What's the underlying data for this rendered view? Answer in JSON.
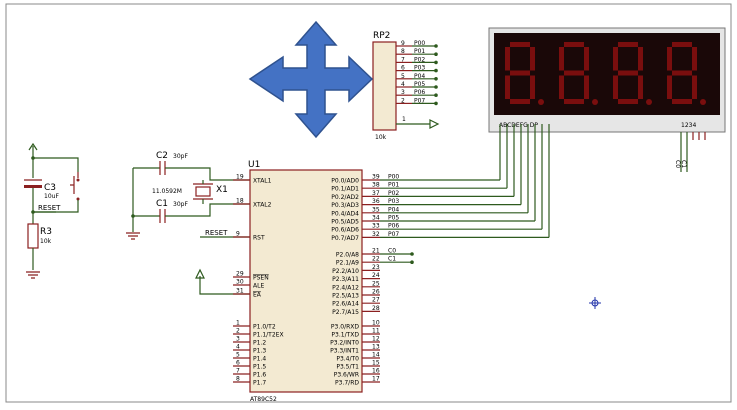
{
  "u1": {
    "ref": "U1",
    "part": "AT89C52",
    "left_pins": [
      {
        "num": "19",
        "name": "XTAL1"
      },
      {
        "num": "18",
        "name": "XTAL2"
      },
      {
        "num": "9",
        "name": "RST"
      },
      {
        "num": "29",
        "name": "PSEN"
      },
      {
        "num": "30",
        "name": "ALE"
      },
      {
        "num": "31",
        "name": "EA"
      },
      {
        "num": "1",
        "name": "P1.0/T2"
      },
      {
        "num": "2",
        "name": "P1.1/T2EX"
      },
      {
        "num": "3",
        "name": "P1.2"
      },
      {
        "num": "4",
        "name": "P1.3"
      },
      {
        "num": "5",
        "name": "P1.4"
      },
      {
        "num": "6",
        "name": "P1.5"
      },
      {
        "num": "7",
        "name": "P1.6"
      },
      {
        "num": "8",
        "name": "P1.7"
      }
    ],
    "right_pins": [
      {
        "num": "39",
        "name": "P0.0/AD0",
        "net": "P00"
      },
      {
        "num": "38",
        "name": "P0.1/AD1",
        "net": "P01"
      },
      {
        "num": "37",
        "name": "P0.2/AD2",
        "net": "P02"
      },
      {
        "num": "36",
        "name": "P0.3/AD3",
        "net": "P03"
      },
      {
        "num": "35",
        "name": "P0.4/AD4",
        "net": "P04"
      },
      {
        "num": "34",
        "name": "P0.5/AD5",
        "net": "P05"
      },
      {
        "num": "33",
        "name": "P0.6/AD6",
        "net": "P06"
      },
      {
        "num": "32",
        "name": "P0.7/AD7",
        "net": "P07"
      },
      {
        "num": "21",
        "name": "P2.0/A8",
        "net": "C0"
      },
      {
        "num": "22",
        "name": "P2.1/A9",
        "net": "C1"
      },
      {
        "num": "23",
        "name": "P2.2/A10",
        "net": ""
      },
      {
        "num": "24",
        "name": "P2.3/A11",
        "net": ""
      },
      {
        "num": "25",
        "name": "P2.4/A12",
        "net": ""
      },
      {
        "num": "26",
        "name": "P2.5/A13",
        "net": ""
      },
      {
        "num": "27",
        "name": "P2.6/A14",
        "net": ""
      },
      {
        "num": "28",
        "name": "P2.7/A15",
        "net": ""
      },
      {
        "num": "10",
        "name": "P3.0/RXD",
        "net": ""
      },
      {
        "num": "11",
        "name": "P3.1/TXD",
        "net": ""
      },
      {
        "num": "12",
        "name": "P3.2/INT0",
        "net": ""
      },
      {
        "num": "13",
        "name": "P3.3/INT1",
        "net": ""
      },
      {
        "num": "14",
        "name": "P3.4/T0",
        "net": ""
      },
      {
        "num": "15",
        "name": "P3.5/T1",
        "net": ""
      },
      {
        "num": "16",
        "name": "P3.6/WR",
        "net": ""
      },
      {
        "num": "17",
        "name": "P3.7/RD",
        "net": ""
      }
    ]
  },
  "rp2": {
    "ref": "RP2",
    "value": "10k",
    "pins": [
      {
        "num": "9",
        "net": "P00"
      },
      {
        "num": "8",
        "net": "P01"
      },
      {
        "num": "7",
        "net": "P02"
      },
      {
        "num": "6",
        "net": "P03"
      },
      {
        "num": "5",
        "net": "P04"
      },
      {
        "num": "4",
        "net": "P05"
      },
      {
        "num": "3",
        "net": "P06"
      },
      {
        "num": "2",
        "net": "P07"
      }
    ],
    "common_pin": "1"
  },
  "display": {
    "digit_text": "8.",
    "segment_pins": "ABCDEFG DP",
    "digit_pins": "1234",
    "digit_nets": [
      "C0",
      "C1"
    ]
  },
  "crystal": {
    "ref": "X1",
    "value": "11.0592M"
  },
  "c1": {
    "ref": "C1",
    "value": "30pF"
  },
  "c2": {
    "ref": "C2",
    "value": "30pF"
  },
  "c3": {
    "ref": "C3",
    "value": "10uF"
  },
  "r3": {
    "ref": "R3",
    "value": "10k"
  },
  "reset_net": "RESET",
  "colors": {
    "wire": "#2e5a1e",
    "component": "#8b2020",
    "chip_fill": "#f3ead2",
    "display_bg": "#1a0808",
    "segment_on": "#7a0e0e",
    "arrow_fill": "#4472c4",
    "arrow_stroke": "#2f528f"
  }
}
